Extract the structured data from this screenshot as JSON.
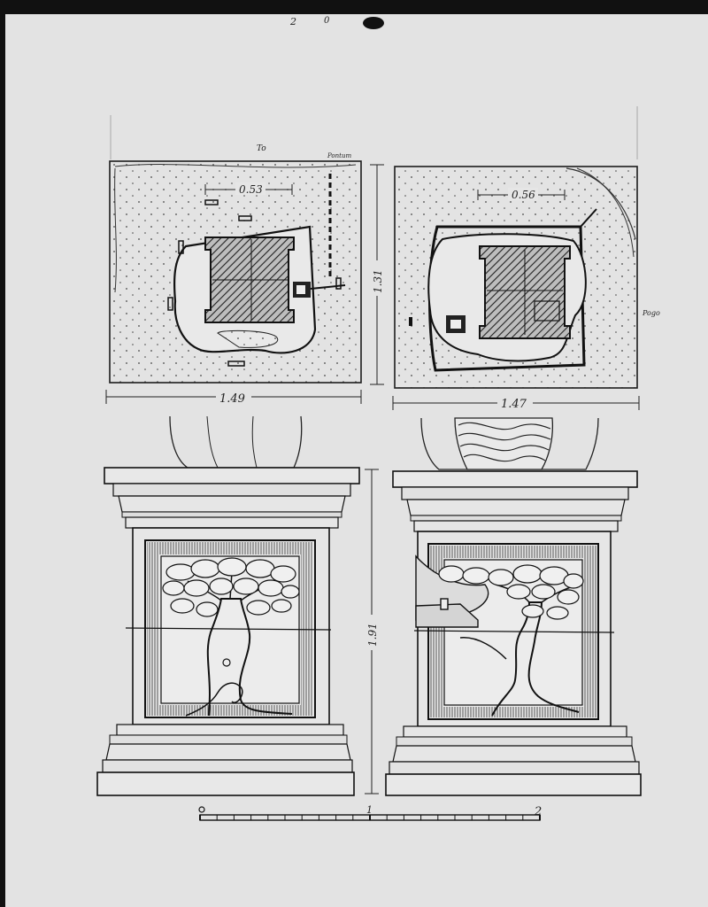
{
  "sheet": {
    "corner_marks": [
      "2",
      "0"
    ],
    "note_top": "To",
    "note_top_right": "Pontum",
    "note_right": "Pogo"
  },
  "plans": {
    "left": {
      "inner_dim": "0.53",
      "width_dim": "1.49"
    },
    "right": {
      "inner_dim": "0.56",
      "width_dim": "1.47"
    },
    "depth_dim": "1.31"
  },
  "elevations": {
    "height_dim": "1.91"
  },
  "scale_bar": {
    "labels": [
      "0",
      "1",
      "2"
    ]
  },
  "colors": {
    "paper": "#e4e4e4",
    "ink": "#1c1c1c",
    "hatch": "#333333",
    "border": "#141414"
  }
}
